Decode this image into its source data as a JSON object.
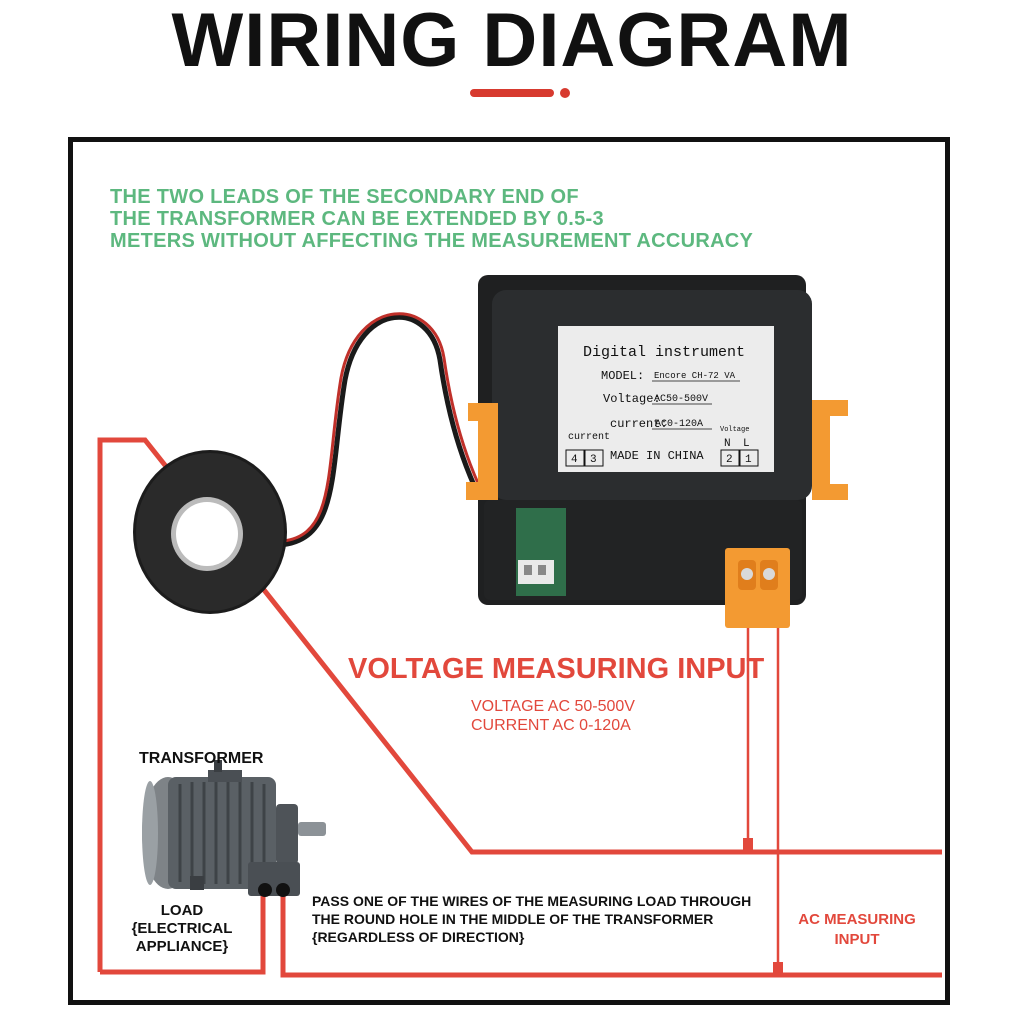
{
  "title": "WIRING DIAGRAM",
  "colors": {
    "wire": "#e2483c",
    "note": "#5db87f",
    "accent": "#d73a2f",
    "terminal": "#f39a32"
  },
  "note_lines": [
    "THE TWO LEADS OF THE SECONDARY END OF",
    "THE TRANSFORMER CAN BE EXTENDED BY 0.5-3",
    "METERS WITHOUT AFFECTING THE MEASUREMENT ACCURACY"
  ],
  "device_label": {
    "heading": "Digital instrument",
    "model_key": "MODEL:",
    "model_value": "Encore CH-72 VA",
    "voltage_key": "Voltage:",
    "voltage_value": "AC50-500V",
    "current_key": "current:",
    "current_value": "AC0-120A",
    "current_title": "current",
    "voltage_title": "Voltage",
    "n": "N",
    "l": "L",
    "t4": "4",
    "t3": "3",
    "t2": "2",
    "t1": "1",
    "made_in": "MADE IN CHINA"
  },
  "voltage_measuring": {
    "title": "VOLTAGE MEASURING INPUT",
    "voltage": "VOLTAGE  AC 50-500V",
    "current": "CURRENT  AC 0-120A"
  },
  "transformer_label": "TRANSFORMER",
  "load_lines": [
    "LOAD",
    "{ELECTRICAL",
    "APPLIANCE}"
  ],
  "pass_note_lines": [
    "PASS ONE OF THE WIRES OF THE MEASURING LOAD THROUGH",
    "THE ROUND HOLE IN THE MIDDLE OF THE TRANSFORMER",
    "{REGARDLESS OF DIRECTION}"
  ],
  "ac_input_lines": [
    "AC MEASURING",
    "INPUT"
  ]
}
